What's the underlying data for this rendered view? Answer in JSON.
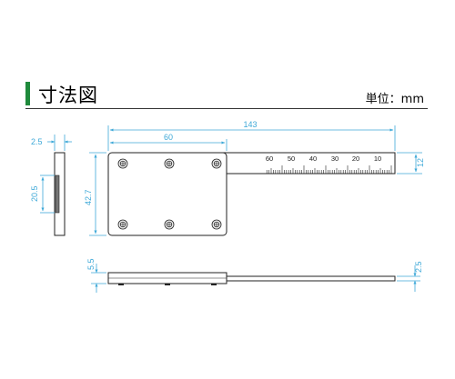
{
  "header": {
    "title": "寸法図",
    "unit_label": "単位：mm",
    "accent_color": "#1f8a3c"
  },
  "dimensions": {
    "overall_length": "143",
    "plate_width": "60",
    "plate_height": "42.7",
    "scale_height": "12",
    "side_thickness": "2.5",
    "side_inner_height": "20.5",
    "bottom_plate_thickness": "5.5",
    "bottom_scale_thickness": "2.5"
  },
  "scale_labels": [
    "60",
    "50",
    "40",
    "30",
    "20",
    "10"
  ],
  "line_color": "#3fa9d8"
}
